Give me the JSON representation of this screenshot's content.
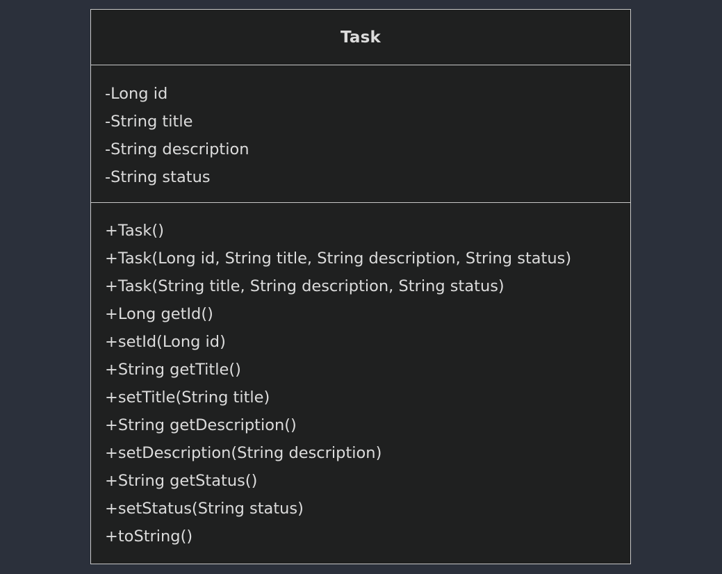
{
  "class": {
    "name": "Task",
    "attributes": [
      "-Long id",
      "-String title",
      "-String description",
      "-String status"
    ],
    "methods": [
      "+Task()",
      "+Task(Long id, String title, String description, String status)",
      "+Task(String title, String description, String status)",
      "+Long getId()",
      "+setId(Long id)",
      "+String getTitle()",
      "+setTitle(String title)",
      "+String getDescription()",
      "+setDescription(String description)",
      "+String getStatus()",
      "+setStatus(String status)",
      "+toString()"
    ]
  },
  "colors": {
    "background": "#2b303b",
    "box_fill": "#1f2020",
    "box_border": "#c8c8c8",
    "text": "#dcdcdc"
  }
}
